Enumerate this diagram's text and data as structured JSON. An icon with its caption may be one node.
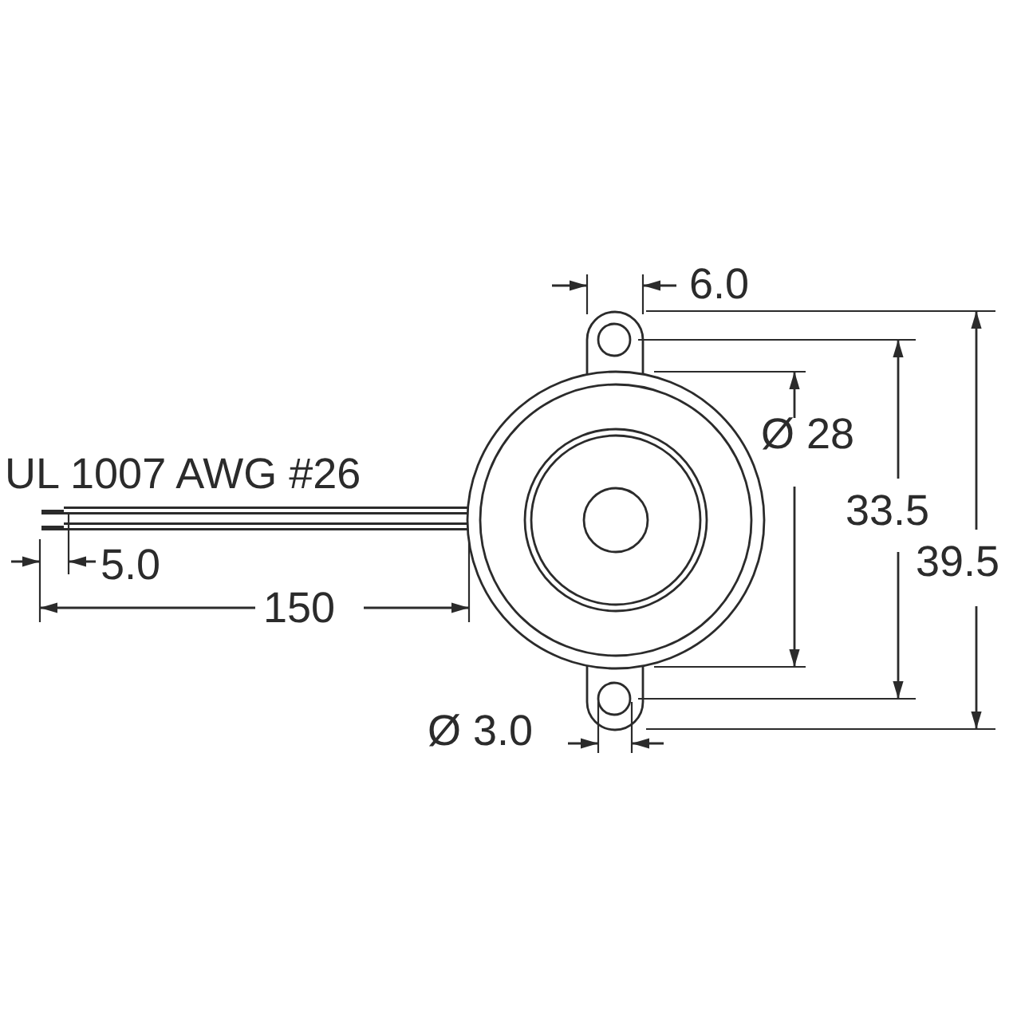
{
  "diagram": {
    "labels": [
      "6.0",
      "UL 1007 AWG #26",
      "Ø 28",
      "33.5",
      "39.5",
      "5.0",
      "150",
      "Ø 3.0"
    ]
  }
}
